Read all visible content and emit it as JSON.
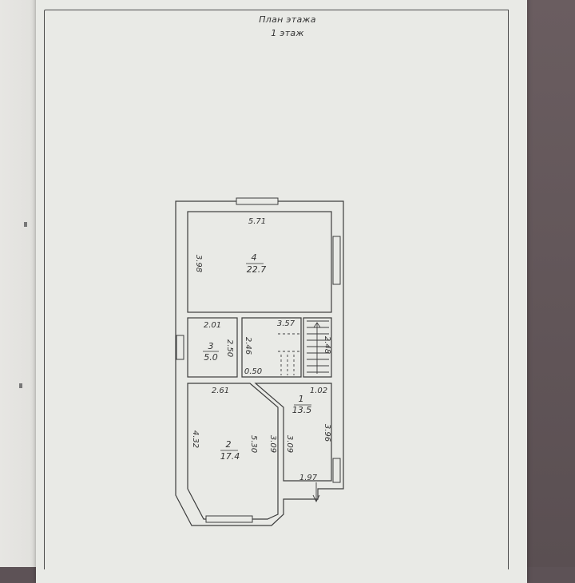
{
  "document": {
    "title_line1": "План этажа",
    "title_line2": "1 этаж"
  },
  "rooms": [
    {
      "id": "4",
      "area": "22.7"
    },
    {
      "id": "3",
      "area": "5.0"
    },
    {
      "id": "2",
      "area": "17.4"
    },
    {
      "id": "1",
      "area": "13.5"
    }
  ],
  "dimensions": {
    "room4_width": "5.71",
    "room4_height": "3.98",
    "room3_width": "2.01",
    "room3_height": "2.50",
    "hall_height": "2.46",
    "hall_bottom": "0.50",
    "stair_width": "3.57",
    "stair_height": "2.48",
    "room2_width": "2.61",
    "room2_height_left": "4.32",
    "room2_height_right": "5.30",
    "room2_diag": "3.09",
    "room1_diag": "3.09",
    "room1_width": "1.02",
    "room1_height": "3.96",
    "room1_bottom": "1.97"
  }
}
